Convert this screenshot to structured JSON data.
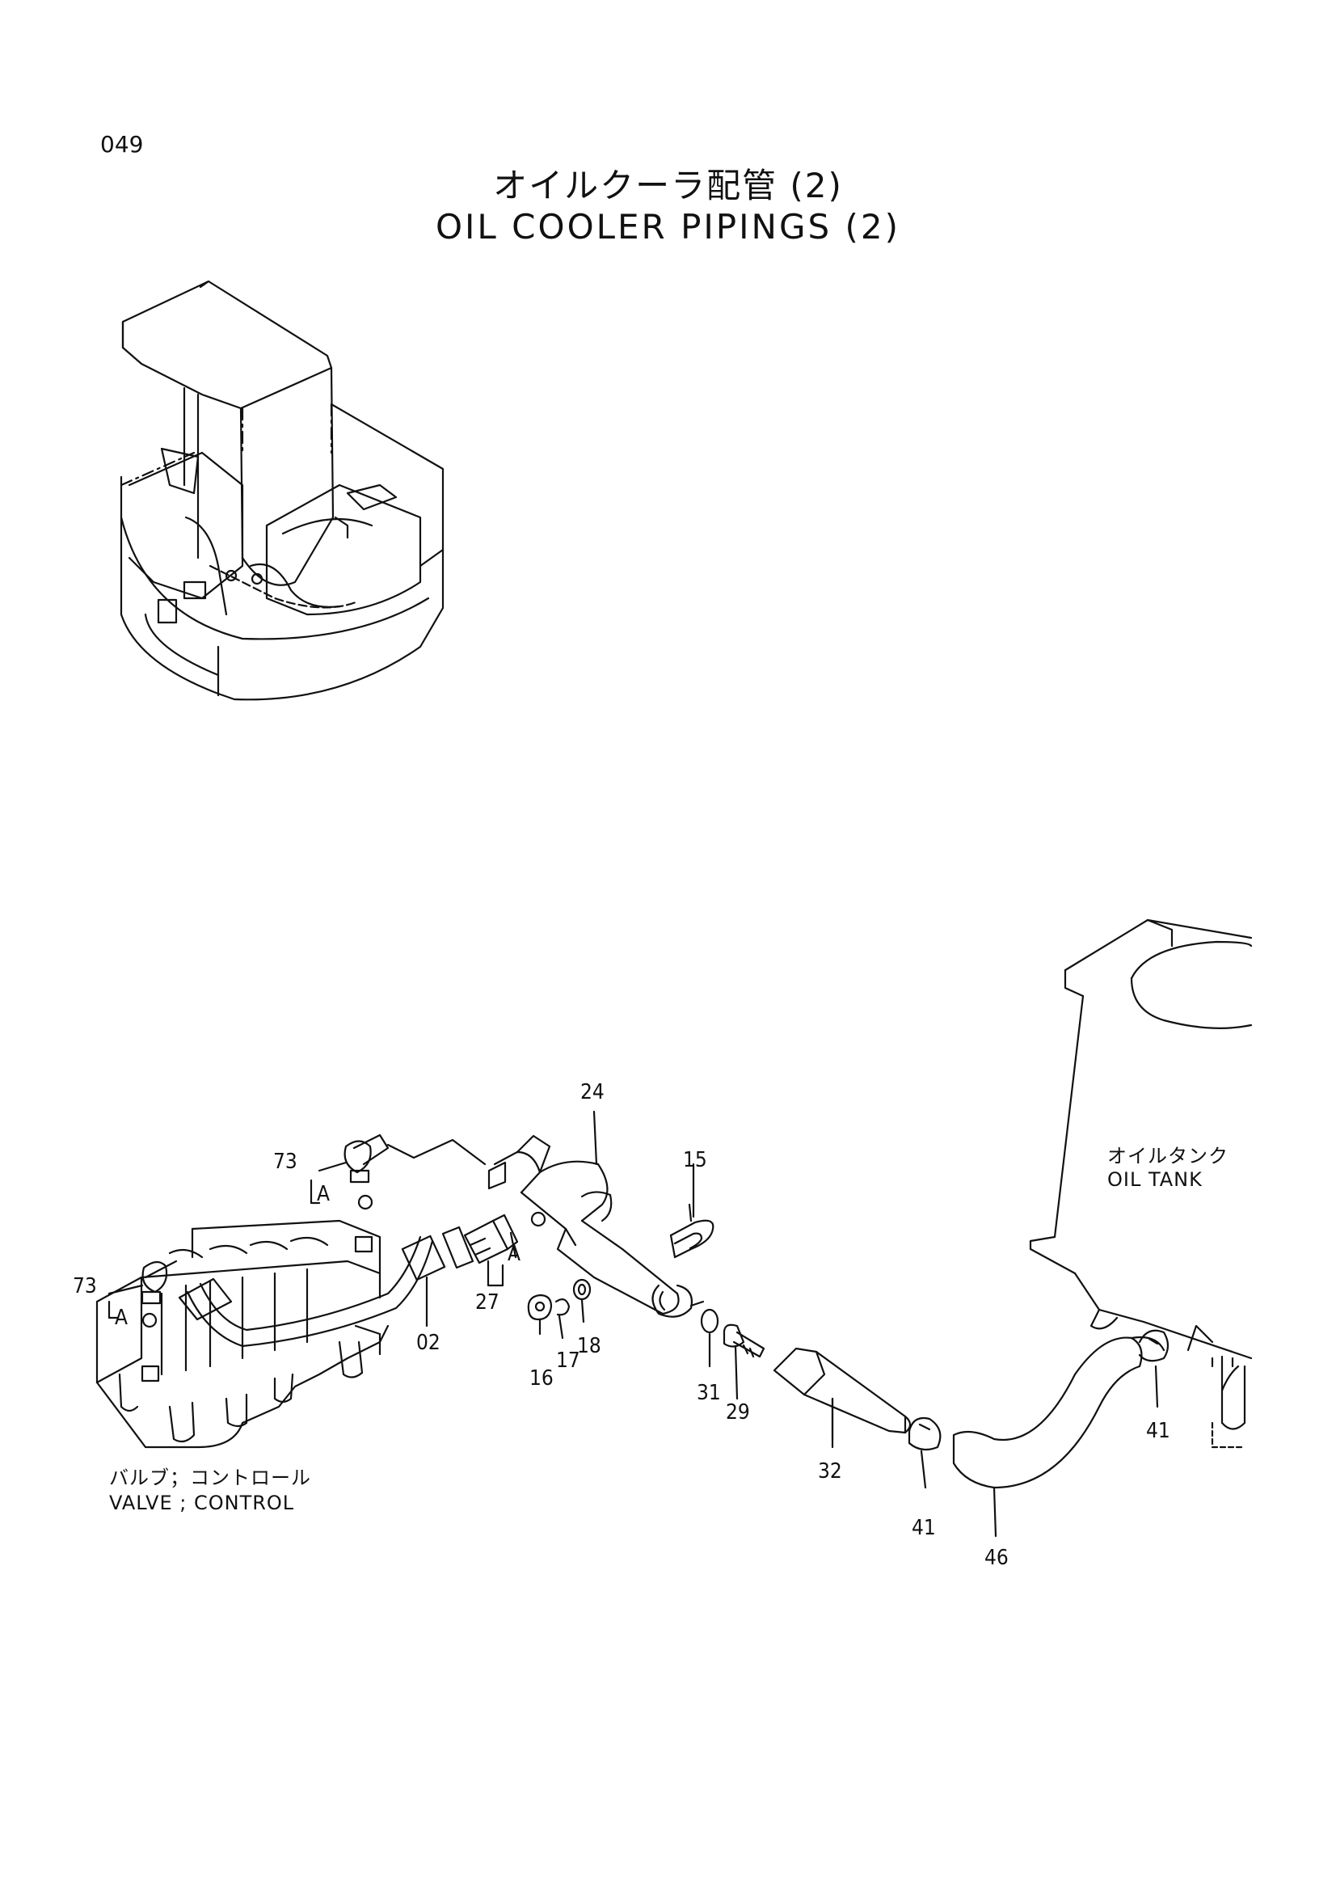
{
  "page_number": "049",
  "title_jp": "オイルクーラ配管 (2)",
  "title_en": "OIL COOLER PIPINGS (2)",
  "components": {
    "oil_tank": {
      "label_jp": "オイルタンク",
      "label_en": "OIL TANK"
    },
    "control_valve": {
      "label_jp": "バルブ；コントロール",
      "label_en": "VALVE ; CONTROL"
    }
  },
  "callouts": {
    "c24": "24",
    "c15": "15",
    "c73a": "73",
    "c73b": "73",
    "ca1": "A",
    "ca2": "A",
    "ca3": "A",
    "c27": "27",
    "c02": "02",
    "c16": "16",
    "c17": "17",
    "c18": "18",
    "c31": "31",
    "c29": "29",
    "c32": "32",
    "c41a": "41",
    "c41b": "41",
    "c46": "46"
  }
}
